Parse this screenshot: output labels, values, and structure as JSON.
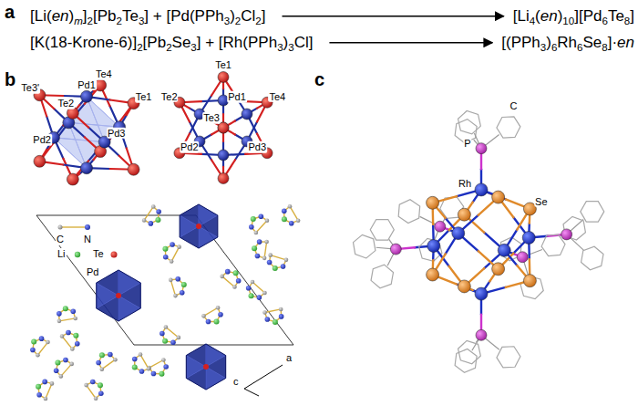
{
  "diagram": {
    "labels": [
      "a",
      "[Li(en)m]2[Pb2Te3] + [Pd(PPh3)2Cl2]",
      "[Li4(en)10][Pd6Te8]",
      "[K(18-Krone-6)]2[Pb2Se3] + [Rh(PPh3)3Cl]",
      "[(PPh3)6Rh6Se8]·en",
      "b",
      "Te2",
      "Te3'",
      "Pd1",
      "Te4",
      "Te1",
      "Pd2",
      "Pd3",
      "Te1",
      "Te2",
      "Te3",
      "Pd1",
      "Te4",
      "Pd2",
      "Pd3",
      "c",
      "C",
      "N",
      "Li",
      "Te",
      "Pd",
      "a",
      "c",
      "P",
      "C",
      "Rh",
      "Se"
    ]
  }
}
